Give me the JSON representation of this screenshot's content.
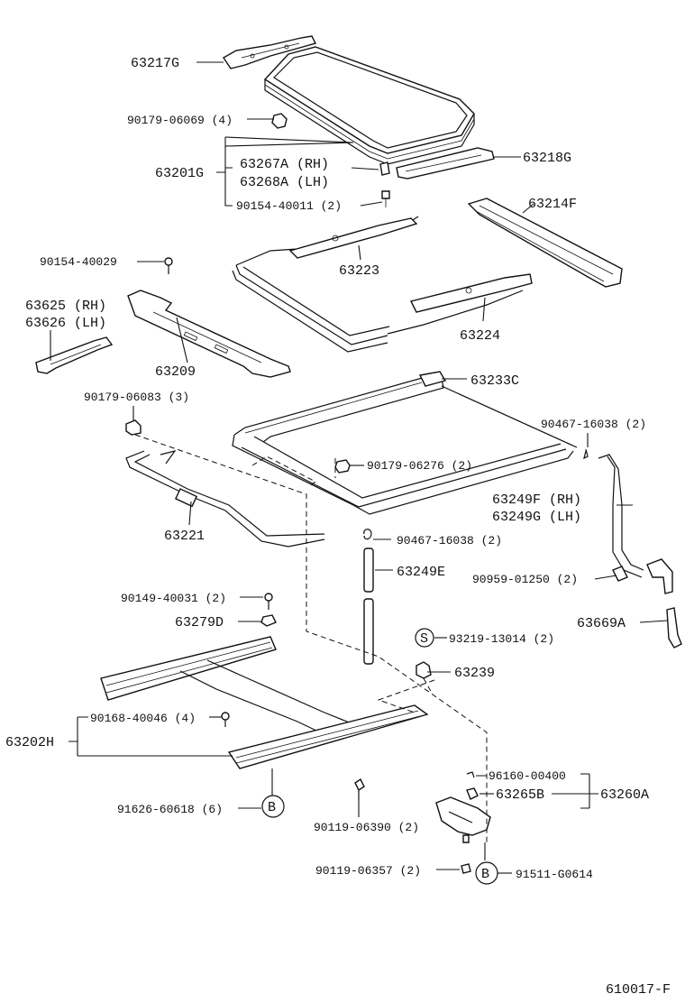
{
  "labels": {
    "p63217G": "63217G",
    "p90179_06069": "90179-06069 (4)",
    "p63267A": "63267A (RH)",
    "p63268A": "63268A (LH)",
    "p63201G": "63201G",
    "p90154_40011": "90154-40011 (2)",
    "p63218G": "63218G",
    "p63214F": "63214F",
    "p90154_40029": "90154-40029",
    "p63223": "63223",
    "p63625": "63625 (RH)",
    "p63626": "63626 (LH)",
    "p63224": "63224",
    "p63209": "63209",
    "p63233C": "63233C",
    "p90179_06083": "90179-06083 (3)",
    "p90467_16038_a": "90467-16038 (2)",
    "p90179_06276": "90179-06276 (2)",
    "p63249F": "63249F (RH)",
    "p63249G": "63249G (LH)",
    "p63221": "63221",
    "p90467_16038_b": "90467-16038 (2)",
    "p63249E": "63249E",
    "p90959_01250": "90959-01250 (2)",
    "p90149_40031": "90149-40031 (2)",
    "p63279D": "63279D",
    "p63669A": "63669A",
    "p93219_13014": "93219-13014 (2)",
    "p63239": "63239",
    "p90168_40046": "90168-40046 (4)",
    "p63202H": "63202H",
    "p96160_00400": "96160-00400",
    "p63265B": "63265B",
    "p63260A": "63260A",
    "p91626_60618": "91626-60618 (6)",
    "p90119_06390": "90119-06390 (2)",
    "p90119_06357": "90119-06357 (2)",
    "p91511_G0614": "91511-G0614",
    "circleS": "S",
    "circleB1": "B",
    "circleB2": "B",
    "figure_code": "610017-F"
  }
}
